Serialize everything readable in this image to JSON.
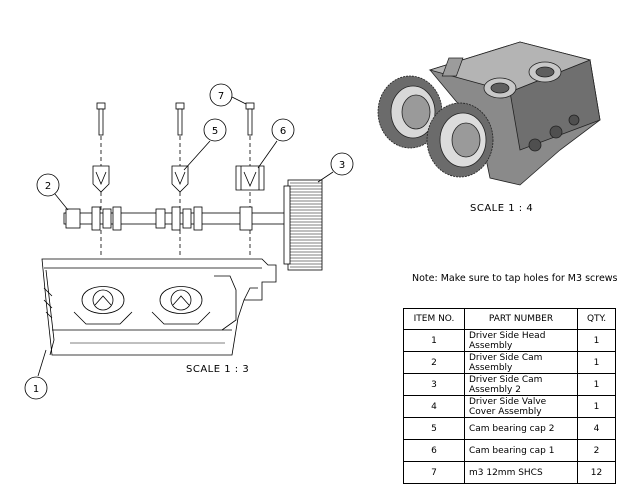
{
  "views": {
    "exploded_scale": "SCALE 1 : 3",
    "iso_scale": "SCALE 1 : 4"
  },
  "note": "Note: Make sure to tap holes for M3 screws",
  "balloons": [
    {
      "number": "1"
    },
    {
      "number": "2"
    },
    {
      "number": "3"
    },
    {
      "number": "5"
    },
    {
      "number": "6"
    },
    {
      "number": "7"
    }
  ],
  "bom": {
    "headers": [
      "ITEM NO.",
      "PART NUMBER",
      "QTY."
    ],
    "rows": [
      {
        "item": "1",
        "part": "Driver Side Head Assembly",
        "qty": "1"
      },
      {
        "item": "2",
        "part": "Driver Side Cam Assembly",
        "qty": "1"
      },
      {
        "item": "3",
        "part": "Driver Side Cam Assembly 2",
        "qty": "1"
      },
      {
        "item": "4",
        "part": "Driver Side Valve Cover Assembly",
        "qty": "1"
      },
      {
        "item": "5",
        "part": "Cam bearing cap 2",
        "qty": "4"
      },
      {
        "item": "6",
        "part": "Cam bearing cap 1",
        "qty": "2"
      },
      {
        "item": "7",
        "part": "m3 12mm SHCS",
        "qty": "12"
      }
    ]
  }
}
